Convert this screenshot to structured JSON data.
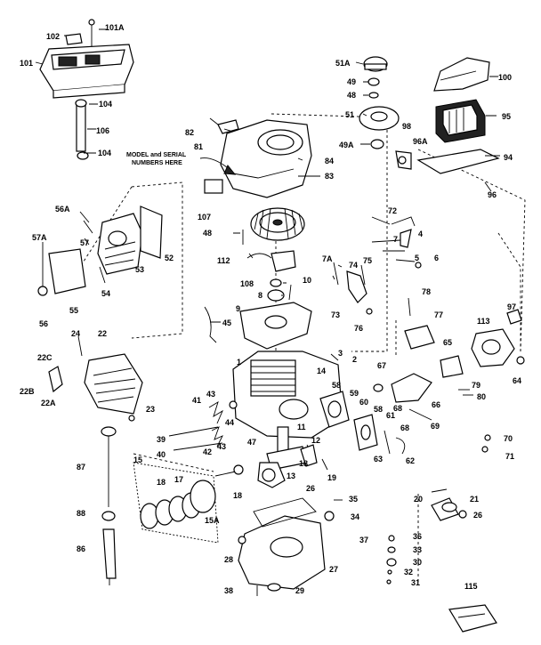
{
  "caption": {
    "line1": "MODEL and SERIAL",
    "line2": "NUMBERS HERE"
  },
  "labels": {
    "l101A": "101A",
    "l102": "102",
    "l101": "101",
    "l104a": "104",
    "l106": "106",
    "l104b": "104",
    "l51A": "51A",
    "l49": "49",
    "l48a": "48",
    "l51": "51",
    "l49A": "49A",
    "l98a": "98",
    "l96A": "96A",
    "l100": "100",
    "l95": "95",
    "l94": "94",
    "l96": "96",
    "l82": "82",
    "l81": "81",
    "l84": "84",
    "l83": "83",
    "l107": "107",
    "l48b": "48",
    "l112": "112",
    "l72": "72",
    "l4": "4",
    "l7": "7",
    "l75": "75",
    "l5": "5",
    "l6": "6",
    "l7A": "7A",
    "l74": "74",
    "l108": "108",
    "l8": "8",
    "l10": "10",
    "l73": "73",
    "l76": "76",
    "l9": "9",
    "l45": "45",
    "l56A": "56A",
    "l57A": "57A",
    "l57": "57",
    "l53": "53",
    "l52": "52",
    "l54": "54",
    "l55": "55",
    "l56": "56",
    "l24": "24",
    "l22": "22",
    "l22C": "22C",
    "l22B": "22B",
    "l22A": "22A",
    "l23": "23",
    "l78": "78",
    "l77": "77",
    "l97": "97",
    "l113": "113",
    "l65": "65",
    "l64": "64",
    "l67": "67",
    "l79": "79",
    "l80": "80",
    "l68a": "68",
    "l66": "66",
    "l68b": "68",
    "l69": "69",
    "l70": "70",
    "l71": "71",
    "l3": "3",
    "l2": "2",
    "l1": "1",
    "l14": "14",
    "l58a": "58",
    "l59": "59",
    "l60": "60",
    "l58b": "58",
    "l61": "61",
    "l63": "63",
    "l62": "62",
    "l41": "41",
    "l43a": "43",
    "l44": "44",
    "l39": "39",
    "l40": "40",
    "l42": "42",
    "l43b": "43",
    "l47": "47",
    "l11": "11",
    "l12": "12",
    "l18a": "18",
    "l19": "19",
    "l13": "13",
    "l15": "15",
    "l17": "17",
    "l18b": "18",
    "l18c": "18",
    "l15A": "15A",
    "l87": "87",
    "l88": "88",
    "l86": "86",
    "l26a": "26",
    "l35": "35",
    "l34": "34",
    "l20": "20",
    "l21": "21",
    "l26b": "26",
    "l37": "37",
    "l36": "36",
    "l33": "33",
    "l30": "30",
    "l32": "32",
    "l31": "31",
    "l28": "28",
    "l27": "27",
    "l38": "38",
    "l29": "29",
    "l115": "115"
  }
}
